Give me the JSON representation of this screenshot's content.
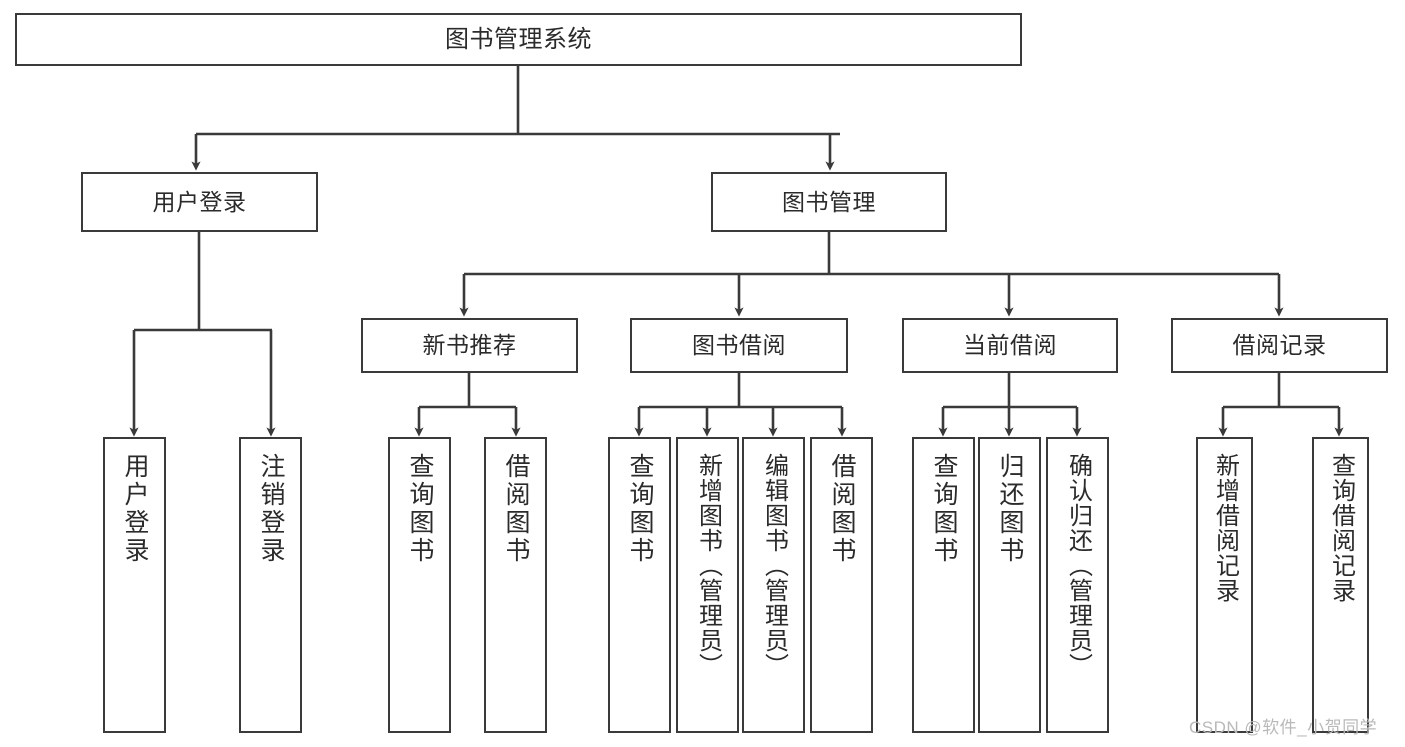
{
  "diagram": {
    "title": "图书管理系统",
    "type": "tree",
    "stroke_color": "#3a3a3a",
    "background_color": "#ffffff",
    "text_color": "#2b2b2b"
  },
  "root": {
    "label": "图书管理系统"
  },
  "level2": [
    {
      "label": "用户登录"
    },
    {
      "label": "图书管理"
    }
  ],
  "level3": [
    {
      "label": "新书推荐"
    },
    {
      "label": "图书借阅"
    },
    {
      "label": "当前借阅"
    },
    {
      "label": "借阅记录"
    }
  ],
  "leaves": {
    "user_login": [
      {
        "label": "用户登录"
      },
      {
        "label": "注销登录"
      }
    ],
    "new_book_recommend": [
      {
        "label": "查询图书"
      },
      {
        "label": "借阅图书"
      }
    ],
    "book_borrow": [
      {
        "label": "查询图书"
      },
      {
        "label": "新增图书（管理员）"
      },
      {
        "label": "编辑图书（管理员）"
      },
      {
        "label": "借阅图书"
      }
    ],
    "current_borrow": [
      {
        "label": "查询图书"
      },
      {
        "label": "归还图书"
      },
      {
        "label": "确认归还（管理员）"
      }
    ],
    "borrow_record": [
      {
        "label": "新增借阅记录"
      },
      {
        "label": "查询借阅记录"
      }
    ]
  },
  "watermark": {
    "text": "CSDN @软件_小贺同学"
  }
}
